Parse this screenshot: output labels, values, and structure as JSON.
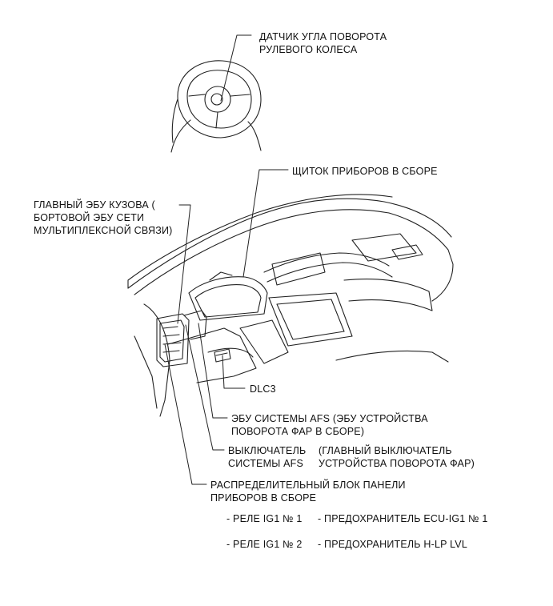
{
  "labels": {
    "steering_sensor": [
      "ДАТЧИК УГЛА ПОВОРОТА",
      "РУЛЕВОГО КОЛЕСА"
    ],
    "meter": [
      "ЩИТОК ПРИБОРОВ В СБОРЕ"
    ],
    "main_body_ecu": [
      "ГЛАВНЫЙ ЭБУ КУЗОВА (",
      "БОРТОВОЙ ЭБУ СЕТИ",
      "МУЛЬТИПЛЕКСНОЙ СВЯЗИ)"
    ],
    "dlc3": [
      "DLC3"
    ],
    "afs_ecu": [
      "ЭБУ СИСТЕМЫ AFS (ЭБУ УСТРОЙСТВА",
      "ПОВОРОТА ФАР В СБОРЕ)"
    ],
    "afs_switch": [
      "ВЫКЛЮЧАТЕЛЬ",
      "СИСТЕМЫ AFS"
    ],
    "afs_switch_note": [
      "(ГЛАВНЫЙ ВЫКЛЮЧАТЕЛЬ",
      "УСТРОЙСТВА ПОВОРОТА ФАР)"
    ],
    "junction_block": [
      "РАСПРЕДЕЛИТЕЛЬНЫЙ БЛОК ПАНЕЛИ",
      "ПРИБОРОВ В СБОРЕ"
    ]
  },
  "components": [
    {
      "relay": "- РЕЛЕ IG1 № 1",
      "fuse": "- ПРЕДОХРАНИТЕЛЬ ECU-IG1 № 1"
    },
    {
      "relay": "- РЕЛЕ IG1 № 2",
      "fuse": "- ПРЕДОХРАНИТЕЛЬ H-LP LVL"
    }
  ]
}
